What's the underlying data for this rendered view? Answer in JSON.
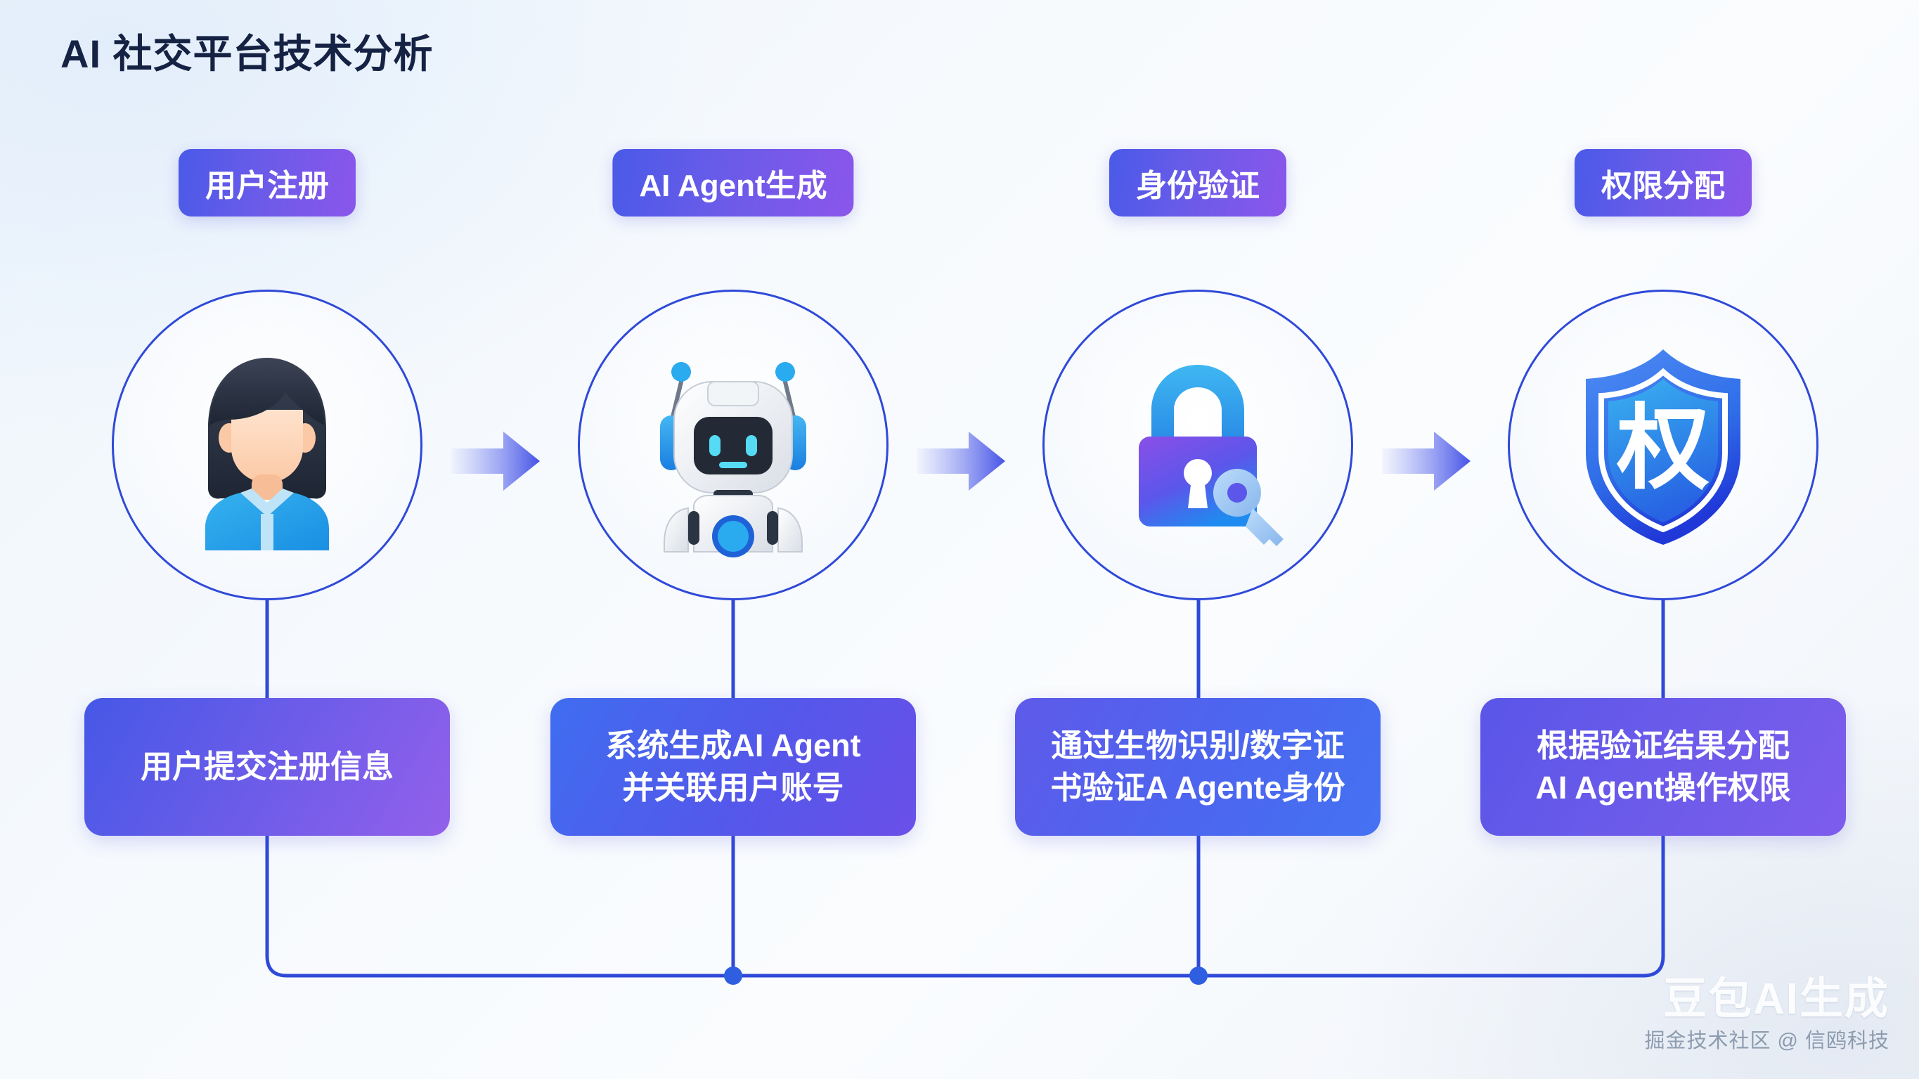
{
  "page": {
    "title": "AI 社交平台技术分析",
    "background_color": "#f5f9fc",
    "accent_color": "#2f49d8",
    "pill_gradient_from": "#4a5ae8",
    "pill_gradient_to": "#8a56ea"
  },
  "steps": [
    {
      "label": "用户注册",
      "icon": "user-avatar-icon",
      "description_lines": [
        "用户提交注册信息"
      ]
    },
    {
      "label": "AI Agent生成",
      "icon": "robot-icon",
      "description_lines": [
        "系统生成AI Agent",
        "并关联用户账号"
      ]
    },
    {
      "label": "身份验证",
      "icon": "lock-key-icon",
      "description_lines": [
        "通过生物识别/数字证",
        "书验证A Agente身份"
      ]
    },
    {
      "label": "权限分配",
      "icon": "shield-icon",
      "shield_glyph": "权",
      "description_lines": [
        "根据验证结果分配",
        "AI Agent操作权限"
      ]
    }
  ],
  "arrows": [
    {
      "name": "arrow-step1-to-step2"
    },
    {
      "name": "arrow-step2-to-step3"
    },
    {
      "name": "arrow-step3-to-step4"
    }
  ],
  "watermark": {
    "main": "豆包AI生成",
    "sub": "掘金技术社区 @ 信鸥科技"
  }
}
